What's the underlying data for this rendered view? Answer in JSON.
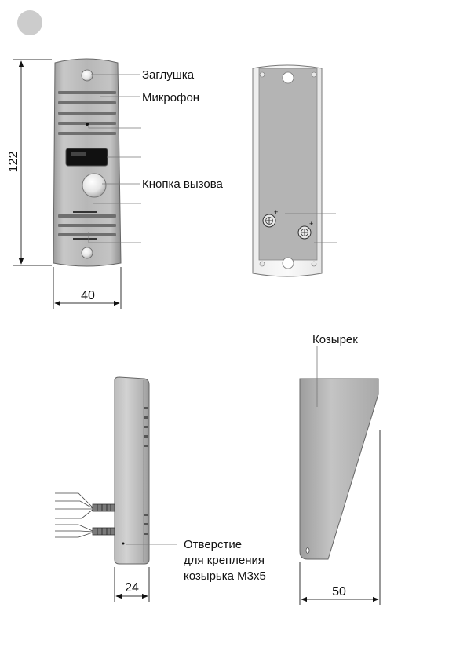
{
  "labels": {
    "zaglushka": "Заглушка",
    "mikrofon": "Микрофон",
    "knopka": "Кнопка вызова",
    "kozyrek": "Козырек",
    "otverstie": [
      "Отверстие",
      "для крепления",
      "козырька М3х5"
    ]
  },
  "dimensions": {
    "height": "122",
    "width": "40",
    "depth": "24",
    "visor_width": "50"
  },
  "colors": {
    "panel_light": "#c9c9c9",
    "panel_mid": "#a9a9a9",
    "panel_dark": "#8d8d8d",
    "outline": "#555555",
    "badge": "#cccccc"
  }
}
